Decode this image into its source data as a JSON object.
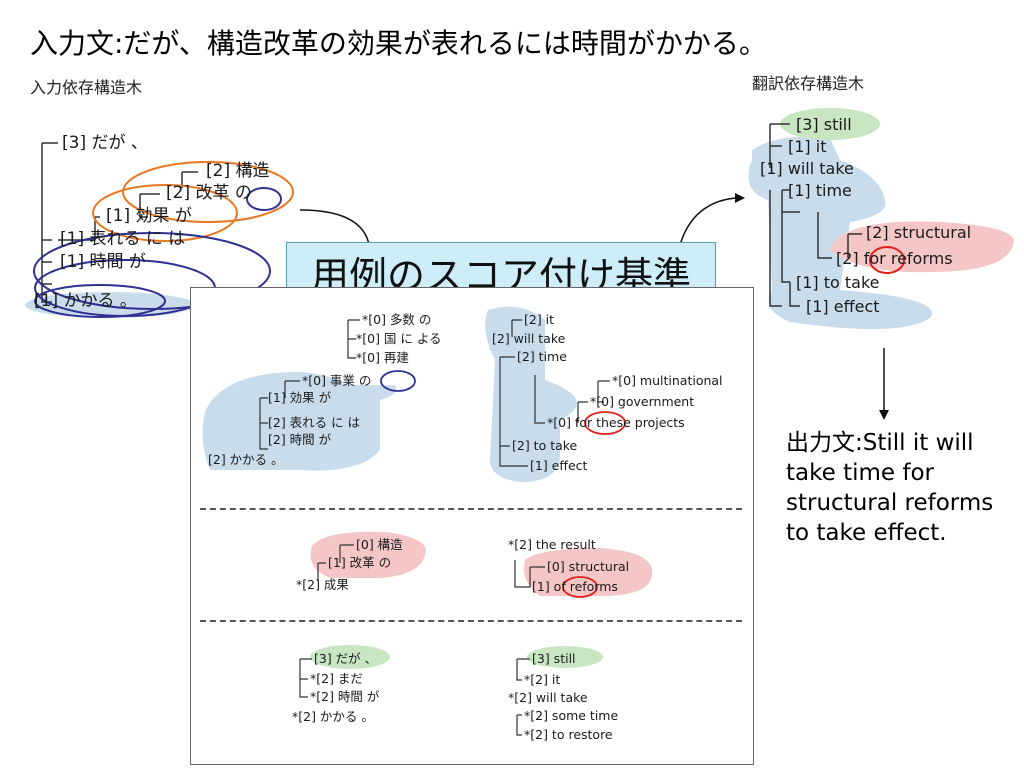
{
  "title": "入力文:だが、構造改革の効果が表れるには時間がかかる。",
  "captions": {
    "input_tree": "入力依存構造木",
    "output_tree": "翻訳依存構造木"
  },
  "input_tree": [
    "[3] だが 、",
    "[2] 構造",
    "[2] 改革 の",
    "[1] 効果 が",
    "[1] 表れる に は",
    "[1] 時間 が",
    "[1] かかる 。"
  ],
  "label_box": "用例のスコア付け基準",
  "output_tree": [
    "[3] still",
    "[1] it",
    "[1] will take",
    "[1] time",
    "[2] structural",
    "[2] for reforms",
    "[1] to take",
    "[1] effect"
  ],
  "output_sentence": "出力文:Still it will take time for structural reforms to take effect.",
  "examples": {
    "ex1_jp": [
      "*[0] 多数 の",
      "*[0] 国 に よる",
      "*[0] 再建",
      "*[0] 事業 の",
      "[1] 効果 が",
      "[2] 表れる に は",
      "[2] 時間 が",
      "[2] かかる 。"
    ],
    "ex1_en": [
      "[2] it",
      "[2] will take",
      "[2] time",
      "*[0] multinational",
      "*[0] government",
      "*[0] for these projects",
      "[2] to take",
      "[1] effect"
    ],
    "ex2_jp": [
      "[0] 構造",
      "[1] 改革 の",
      "*[2] 成果"
    ],
    "ex2_en": [
      "*[2] the result",
      "[0] structural",
      "[1] of reforms"
    ],
    "ex3_jp": [
      "[3] だが 、",
      "*[2] まだ",
      "*[2] 時間 が",
      "*[2] かかる 。"
    ],
    "ex3_en": [
      "[3] still",
      "*[2] it",
      "*[2] will take",
      "*[2] some time",
      "*[2] to restore"
    ]
  },
  "colors": {
    "blue_bg": "#c9dcec",
    "red_bg": "#f5c6c6",
    "green_bg": "#c8e6c2",
    "blue_ring": "#2e3192",
    "orange_ring": "#e87722",
    "red_ring": "#e0201b",
    "label_bg": "#cdeef8"
  }
}
